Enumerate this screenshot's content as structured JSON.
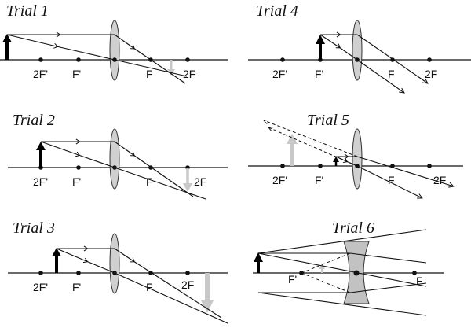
{
  "colors": {
    "ray": "#111111",
    "object_arrow": "#000000",
    "image_arrow": "#c8c8c8",
    "lens_fill": "#d0d0d0",
    "lens_stroke": "#333333",
    "background": "#ffffff"
  },
  "trials": [
    {
      "title": "Trial 1",
      "labels": [
        "2F'",
        "F'",
        "F",
        "2F"
      ],
      "lens_type": "converging"
    },
    {
      "title": "Trial 4",
      "labels": [
        "2F'",
        "F'",
        "F",
        "2F"
      ],
      "lens_type": "converging"
    },
    {
      "title": "Trial 2",
      "labels": [
        "2F'",
        "F'",
        "F",
        "2F"
      ],
      "lens_type": "converging"
    },
    {
      "title": "Trial 5",
      "labels": [
        "2F'",
        "F'",
        "F",
        "2F"
      ],
      "lens_type": "converging"
    },
    {
      "title": "Trial 3",
      "labels": [
        "2F'",
        "F'",
        "F",
        "2F"
      ],
      "lens_type": "converging"
    },
    {
      "title": "Trial 6",
      "labels": [
        "F'",
        "F"
      ],
      "lens_type": "diverging"
    }
  ]
}
